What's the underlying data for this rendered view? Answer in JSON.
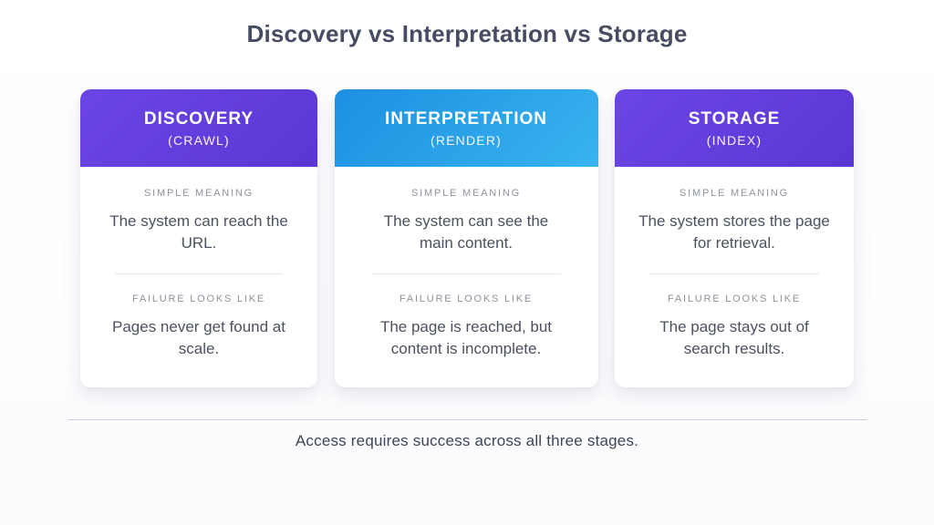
{
  "title": "Discovery vs Interpretation vs Storage",
  "colors": {
    "purple_accent": "#5f3cd9",
    "blue_accent": "#2aa3e8",
    "title_text": "#474c62",
    "body_text": "#4c515f",
    "label_text": "#8d929d",
    "divider": "#c9cce2"
  },
  "cards": [
    {
      "heading": "DISCOVERY",
      "subheading": "(CRAWL)",
      "accent": "purple",
      "simple": {
        "label": "SIMPLE MEANING",
        "text": "The system can reach the URL."
      },
      "failure": {
        "label": "FAILURE LOOKS LIKE",
        "text": "Pages never get found at scale."
      }
    },
    {
      "heading": "INTERPRETATION",
      "subheading": "(RENDER)",
      "accent": "blue",
      "simple": {
        "label": "SIMPLE MEANING",
        "text": "The system can see the main content."
      },
      "failure": {
        "label": "FAILURE LOOKS LIKE",
        "text": "The page is reached, but content is incomplete."
      }
    },
    {
      "heading": "STORAGE",
      "subheading": "(INDEX)",
      "accent": "purple",
      "simple": {
        "label": "SIMPLE MEANING",
        "text": "The system stores the page for retrieval."
      },
      "failure": {
        "label": "FAILURE LOOKS LIKE",
        "text": "The page stays out of search results."
      }
    }
  ],
  "footer": {
    "text": "Access requires success across all three stages."
  }
}
